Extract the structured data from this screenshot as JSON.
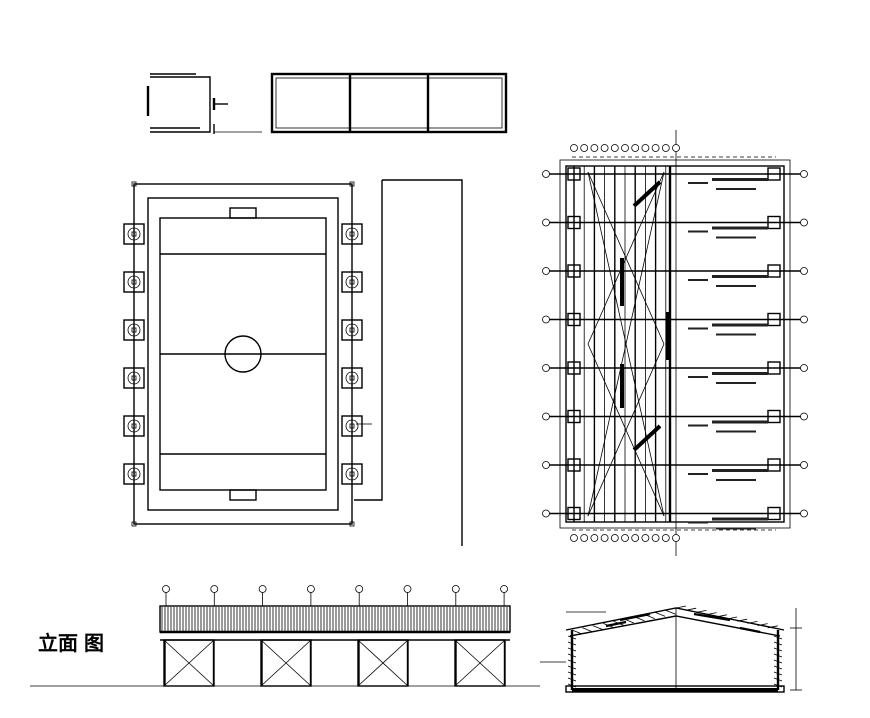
{
  "drawing": {
    "label_glyphs": [
      "立面",
      "图"
    ],
    "colors": {
      "line": "#000000",
      "background": "#ffffff"
    },
    "plan_bays": 8,
    "elevation_bays": 4,
    "court_columns_per_side": 6
  }
}
